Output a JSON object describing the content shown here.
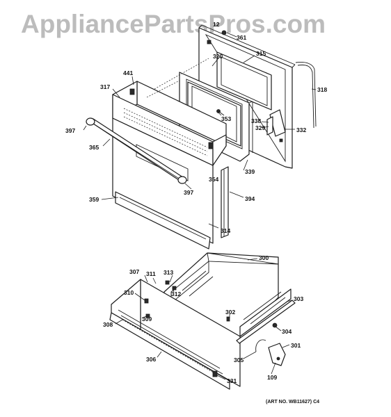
{
  "watermark": "AppliancePartsPros.com",
  "art_number": "(ART NO. WB11627) C4",
  "callouts": {
    "c300": "300",
    "c301": "301",
    "c302": "302",
    "c303": "303",
    "c304": "304",
    "c305": "305",
    "c306": "306",
    "c307": "307",
    "c308": "308",
    "c309": "309",
    "c310": "310",
    "c311": "311",
    "c312": "312",
    "c313": "313",
    "c314": "314",
    "c315": "315",
    "c317": "317",
    "c318": "318",
    "c320": "320",
    "c329": "329",
    "c331": "331",
    "c332": "332",
    "c338": "338",
    "c339": "339",
    "c353": "353",
    "c354": "354",
    "c359": "359",
    "c361": "361",
    "c365": "365",
    "c394": "394",
    "c397a": "397",
    "c397b": "397",
    "c441": "441",
    "c109": "109",
    "c12": "12"
  }
}
